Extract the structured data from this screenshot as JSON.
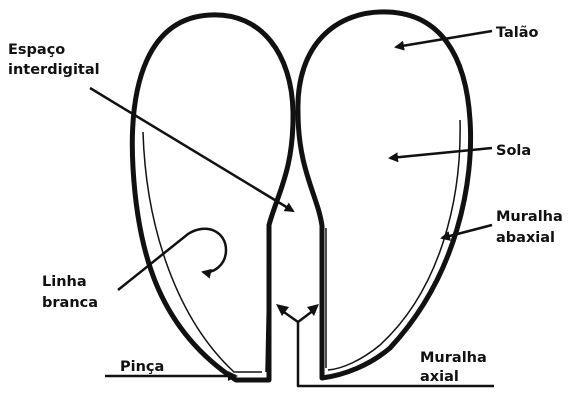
{
  "labels": {
    "espaco_line1": "Espaço",
    "espaco_line2": "interdigital",
    "talao": "Talão",
    "sola": "Sola",
    "muralha_abaxial_line1": "Muralha",
    "muralha_abaxial_line2": "abaxial",
    "linha_branca_line1": "Linha",
    "linha_branca_line2": "branca",
    "pinca": "Pinça",
    "muralha_axial_line1": "Muralha",
    "muralha_axial_line2": "axial"
  },
  "colors": {
    "ink": "#111111",
    "background": "#ffffff"
  }
}
